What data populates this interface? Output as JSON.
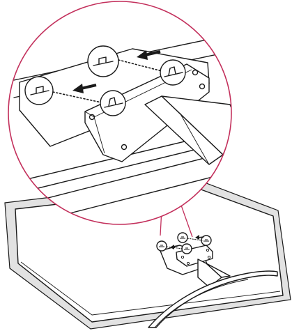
{
  "colors": {
    "callout_circle": "#c3305c",
    "line": "#1a1a1a",
    "bezel": "#e2e2e2",
    "background": "#ffffff"
  },
  "icons": [
    "tv-panel",
    "stand-bracket",
    "curved-stand-base",
    "magnified-callout",
    "hook-slot-circle",
    "direction-arrow"
  ]
}
